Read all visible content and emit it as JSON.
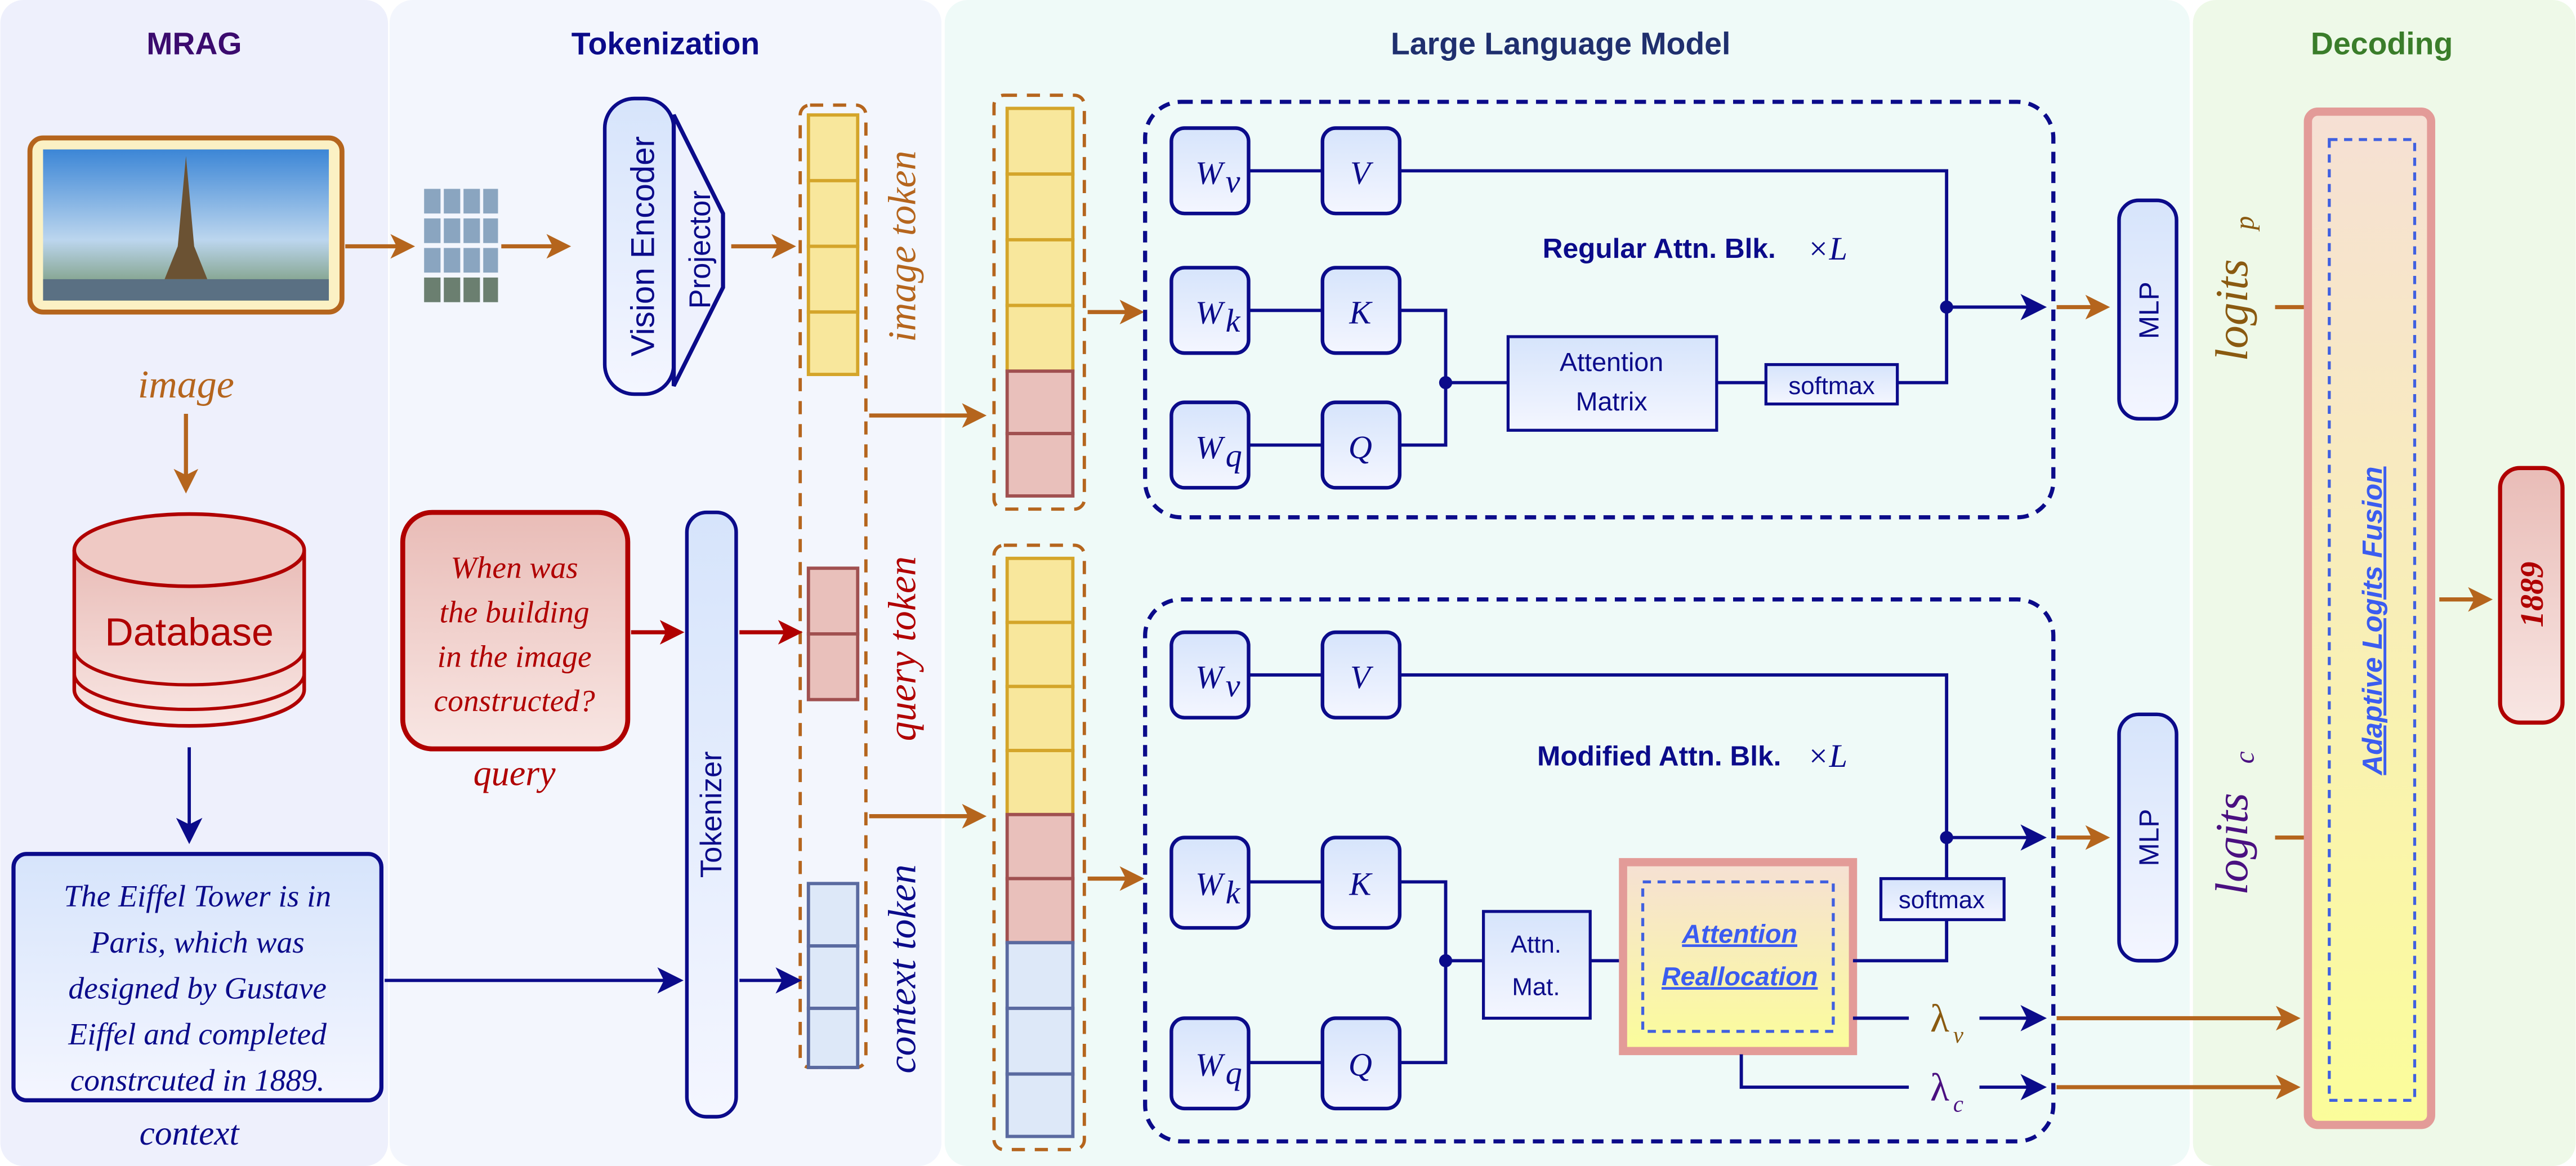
{
  "panels": {
    "mrag": "MRAG",
    "tokenization": "Tokenization",
    "llm": "Large Language Model",
    "decoding": "Decoding"
  },
  "mrag": {
    "image_label": "image",
    "database_label": "Database",
    "context_lines": [
      "The Eiffel Tower is in",
      "Paris, which was",
      "designed by Gustave",
      "Eiffel and completed",
      "constrcuted in 1889."
    ],
    "context_label": "context"
  },
  "tokenization": {
    "vision_encoder": "Vision Encoder",
    "projector": "Projector",
    "query_lines": [
      "When was",
      "the building",
      "in the image",
      "constructed?"
    ],
    "query_label": "query",
    "tokenizer": "Tokenizer",
    "image_token": "image token",
    "query_token": "query token",
    "context_token": "context token"
  },
  "llm": {
    "regular": {
      "title": "Regular Attn. Blk.",
      "times_l": "×L",
      "wv": "W",
      "wv_sub": "v",
      "wk": "W",
      "wk_sub": "k",
      "wq": "W",
      "wq_sub": "q",
      "v": "V",
      "k": "K",
      "q": "Q",
      "attention_matrix": [
        "Attention",
        "Matrix"
      ],
      "softmax": "softmax"
    },
    "modified": {
      "title": "Modified Attn. Blk.",
      "times_l": "×L",
      "wv": "W",
      "wv_sub": "v",
      "wk": "W",
      "wk_sub": "k",
      "wq": "W",
      "wq_sub": "q",
      "v": "V",
      "k": "K",
      "q": "Q",
      "attn_mat": [
        "Attn.",
        "Mat."
      ],
      "attention_reallocation": [
        "Attention",
        "Reallocation"
      ],
      "softmax": "softmax",
      "lambda_v": "λ",
      "lambda_v_sub": "v",
      "lambda_c": "λ",
      "lambda_c_sub": "c"
    },
    "mlp_top": "MLP",
    "mlp_bottom": "MLP",
    "logits_p": "logits",
    "logits_p_sub": "p",
    "logits_c": "logits",
    "logits_c_sub": "c"
  },
  "decoding": {
    "fusion": "Adaptive Logits Fusion",
    "answer": "1889"
  },
  "colors": {
    "navy": "#0b0b8a",
    "orange": "#b5651d",
    "red": "#b00000",
    "token_image": "#f8e79c",
    "token_query": "#e9c0bb",
    "token_context": "#dde8f8"
  }
}
